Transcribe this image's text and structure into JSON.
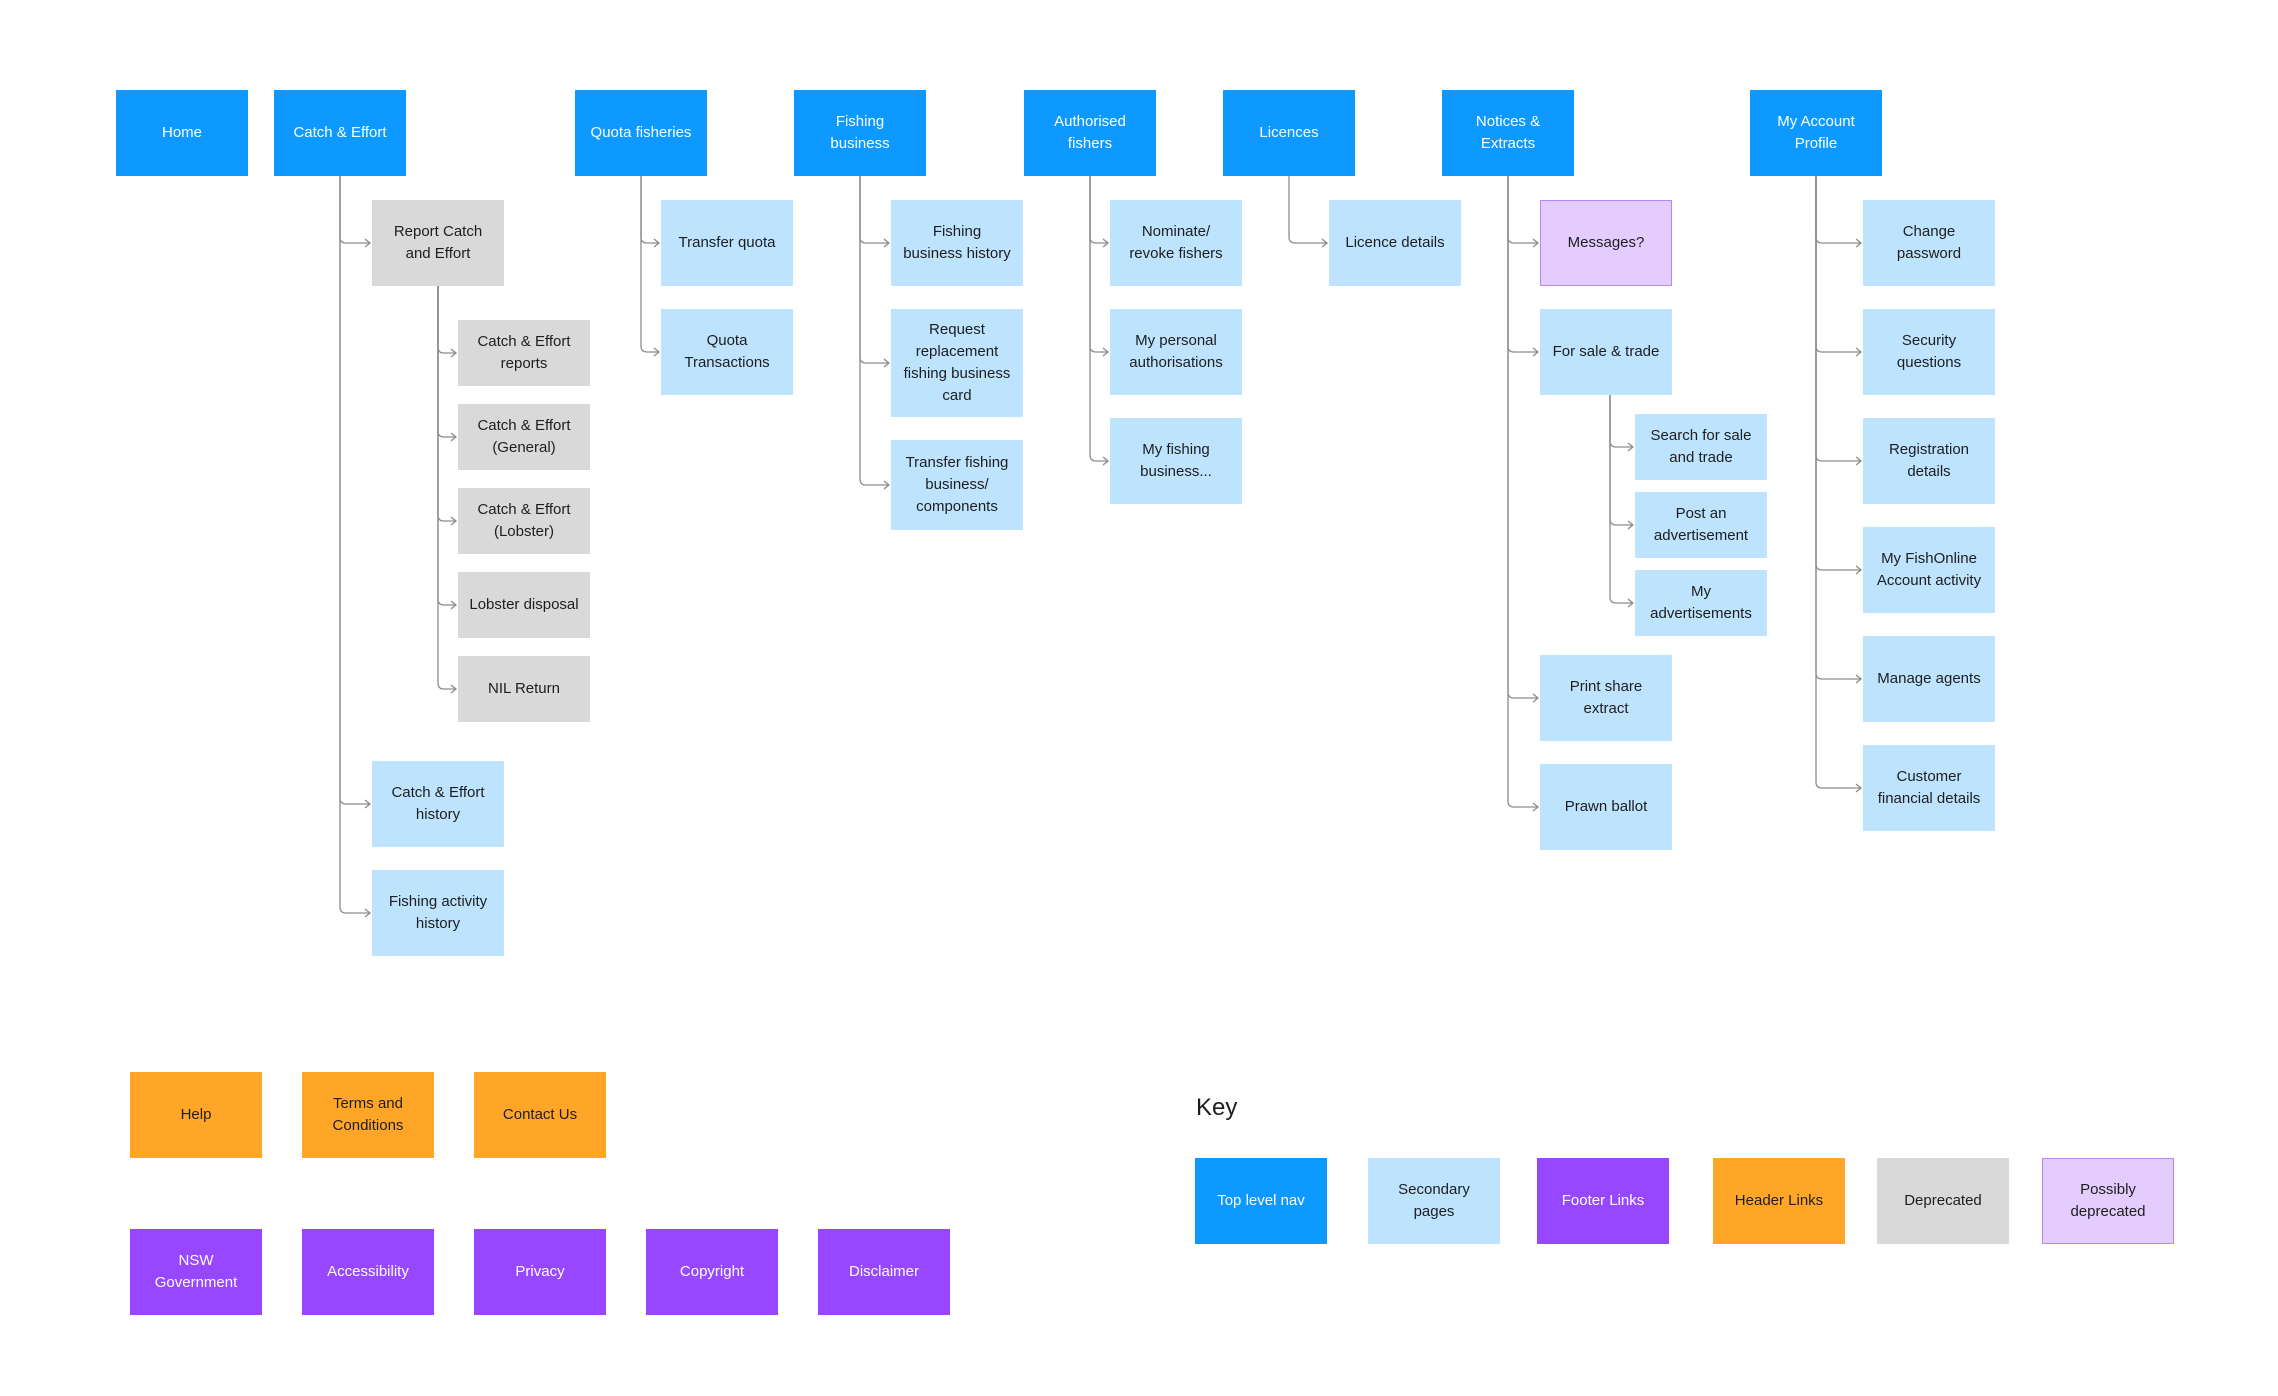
{
  "colors": {
    "top_level_nav": "#0d99ff",
    "secondary_pages": "#bde3ff",
    "footer_links": "#9747ff",
    "header_links": "#ffa629",
    "deprecated": "#d9d9d9",
    "possibly_deprecated": "#e4ccff",
    "connector": "#8c8c8c"
  },
  "top_nav": {
    "home": "Home",
    "catch_effort": "Catch & Effort",
    "quota_fisheries": "Quota fisheries",
    "fishing_business": "Fishing\nbusiness",
    "authorised_fishers": "Authorised\nfishers",
    "licences": "Licences",
    "notices_extracts": "Notices &\nExtracts",
    "my_account_profile": "My Account\nProfile"
  },
  "catch_effort": {
    "report_catch": "Report Catch\nand Effort",
    "report_children": [
      "Catch & Effort\nreports",
      "Catch & Effort\n(General)",
      "Catch & Effort\n(Lobster)",
      "Lobster disposal",
      "NIL Return"
    ],
    "history": "Catch & Effort\nhistory",
    "fishing_activity": "Fishing activity\nhistory"
  },
  "quota_fisheries": {
    "children": [
      "Transfer quota",
      "Quota\nTransactions"
    ]
  },
  "fishing_business": {
    "children": [
      "Fishing\nbusiness history",
      "Request\nreplacement\nfishing business\ncard",
      "Transfer fishing\nbusiness/\ncomponents"
    ]
  },
  "authorised_fishers": {
    "children": [
      "Nominate/\nrevoke fishers",
      "My personal\nauthorisations",
      "My fishing\nbusiness..."
    ]
  },
  "licences": {
    "children": [
      "Licence details"
    ]
  },
  "notices_extracts": {
    "messages": "Messages?",
    "for_sale": "For sale & trade",
    "for_sale_children": [
      "Search for sale\nand trade",
      "Post an\nadvertisement",
      "My\nadvertisements"
    ],
    "print_share": "Print share\nextract",
    "prawn_ballot": "Prawn ballot"
  },
  "my_account": {
    "children": [
      "Change\npassword",
      "Security\nquestions",
      "Registration\ndetails",
      "My FishOnline\nAccount activity",
      "Manage agents",
      "Customer\nfinancial details"
    ]
  },
  "header_links": [
    "Help",
    "Terms and\nConditions",
    "Contact Us"
  ],
  "footer_links": [
    "NSW\nGovernment",
    "Accessibility",
    "Privacy",
    "Copyright",
    "Disclaimer"
  ],
  "key": {
    "title": "Key",
    "items": [
      "Top level nav",
      "Secondary\npages",
      "Footer Links",
      "Header Links",
      "Deprecated",
      "Possibly\ndeprecated"
    ]
  }
}
